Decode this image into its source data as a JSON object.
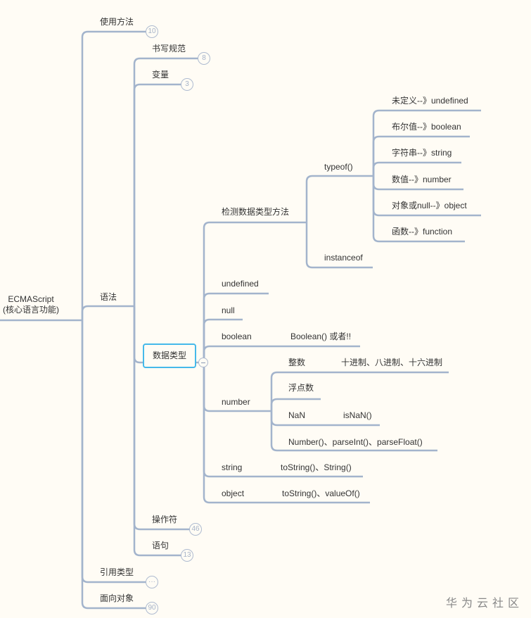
{
  "root": {
    "line1": "ECMAScript",
    "line2": "(核心语言功能)"
  },
  "level1": [
    {
      "label": "使用方法",
      "badge": "10"
    },
    {
      "label": "语法"
    },
    {
      "label": "引用类型",
      "badge": "···"
    },
    {
      "label": "面向对象",
      "badge": "90"
    }
  ],
  "syntax": [
    {
      "label": "书写规范",
      "badge": "8"
    },
    {
      "label": "变量",
      "badge": "3"
    },
    {
      "label": "数据类型"
    },
    {
      "label": "操作符",
      "badge": "46"
    },
    {
      "label": "语句",
      "badge": "13"
    }
  ],
  "datatypes": {
    "detect": "检测数据类型方法",
    "typeof": "typeof()",
    "instanceof": "instanceof",
    "typeof_results": [
      "未定义--》undefined",
      "布尔值--》boolean",
      "字符串--》string",
      "数值--》number",
      "对象或null--》object",
      "函数--》function"
    ],
    "undefined": "undefined",
    "null": "null",
    "boolean": "boolean",
    "boolean_note": "Boolean() 或者!!",
    "number": "number",
    "number_children": {
      "integer": "整数",
      "integer_note": "十进制、八进制、十六进制",
      "float": "浮点数",
      "nan": "NaN",
      "nan_note": "isNaN()",
      "convert": "Number()、parseInt()、parseFloat()"
    },
    "string": "string",
    "string_note": "toString()、String()",
    "object": "object",
    "object_note": "toString()、valueOf()"
  },
  "watermark": "华为云社区",
  "colors": {
    "line": "#a3b4cc",
    "selected": "#45b9ea",
    "background": "#fffcf5"
  }
}
